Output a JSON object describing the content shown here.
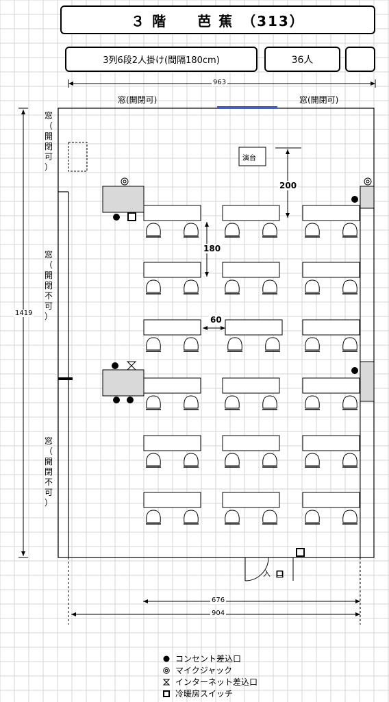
{
  "title": "３ 階　　芭 蕉　（313）",
  "layout": "3列6段2人掛け(間隔180cm)",
  "capacity": "36人",
  "windows": {
    "top_left": "窓(開閉可)",
    "top_right": "窓(開閉可)",
    "left_1": "窓（開閉可）",
    "left_2": "窓（開閉不可）",
    "left_3": "窓（開閉不可）"
  },
  "podium": "演台",
  "entrance": "入口",
  "dimensions": {
    "top_width": "963",
    "height": "1419",
    "inner_width": "676",
    "bottom_width": "904",
    "podium_gap": "200",
    "row_gap": "180",
    "table_gap": "60"
  },
  "legend": [
    {
      "icon": "outlet-icon",
      "label": "コンセント差込口"
    },
    {
      "icon": "mic-jack-icon",
      "label": "マイクジャック"
    },
    {
      "icon": "internet-icon",
      "label": "インターネット差込口"
    },
    {
      "icon": "ac-switch-icon",
      "label": "冷暖房スイッチ"
    }
  ],
  "desk_rows": 6,
  "desk_cols": 3
}
